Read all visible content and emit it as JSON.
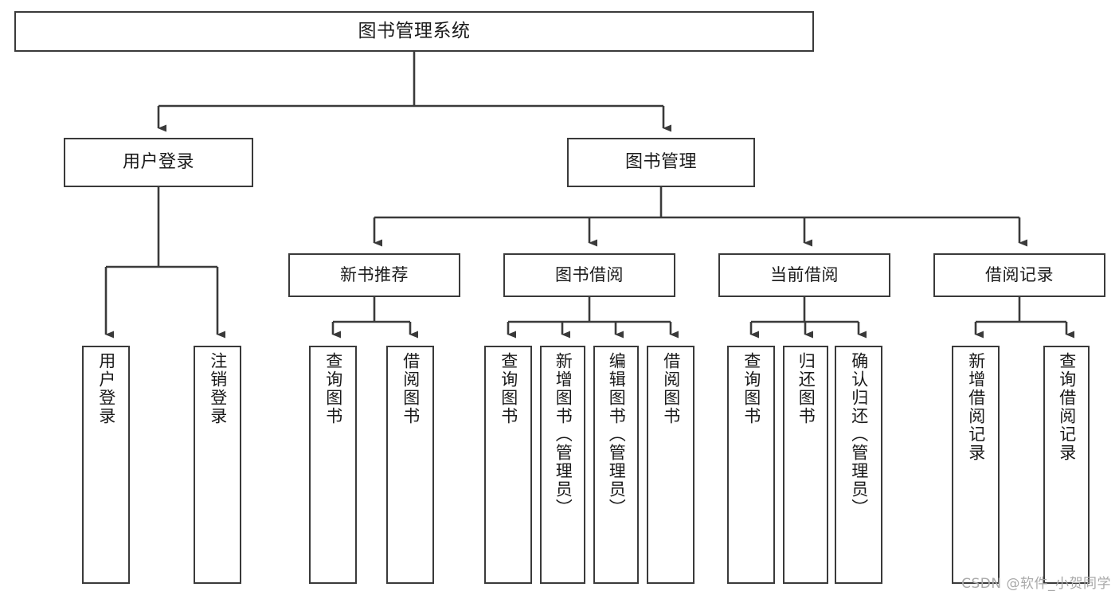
{
  "diagram": {
    "title": "图书管理系统",
    "watermark": "CSDN @软件_小贺同学",
    "colors": {
      "stroke": "#3a3a3a",
      "fill": "#ffffff",
      "text": "#1a1a1a",
      "watermark": "#a8a8a8"
    },
    "root": {
      "label": "图书管理系统"
    },
    "level1": [
      {
        "label": "用户登录"
      },
      {
        "label": "图书管理"
      }
    ],
    "level2": [
      {
        "label": "新书推荐"
      },
      {
        "label": "图书借阅"
      },
      {
        "label": "当前借阅"
      },
      {
        "label": "借阅记录"
      }
    ],
    "leaves": {
      "user_login": [
        {
          "label": "用户登录"
        },
        {
          "label": "注销登录"
        }
      ],
      "new_book_recommend": [
        {
          "label": "查询图书"
        },
        {
          "label": "借阅图书"
        }
      ],
      "book_borrow": [
        {
          "label": "查询图书"
        },
        {
          "label": "新增图书（管理员）"
        },
        {
          "label": "编辑图书（管理员）"
        },
        {
          "label": "借阅图书"
        }
      ],
      "current_borrow": [
        {
          "label": "查询图书"
        },
        {
          "label": "归还图书"
        },
        {
          "label": "确认归还（管理员）"
        }
      ],
      "borrow_record": [
        {
          "label": "新增借阅记录"
        },
        {
          "label": "查询借阅记录"
        }
      ]
    }
  }
}
